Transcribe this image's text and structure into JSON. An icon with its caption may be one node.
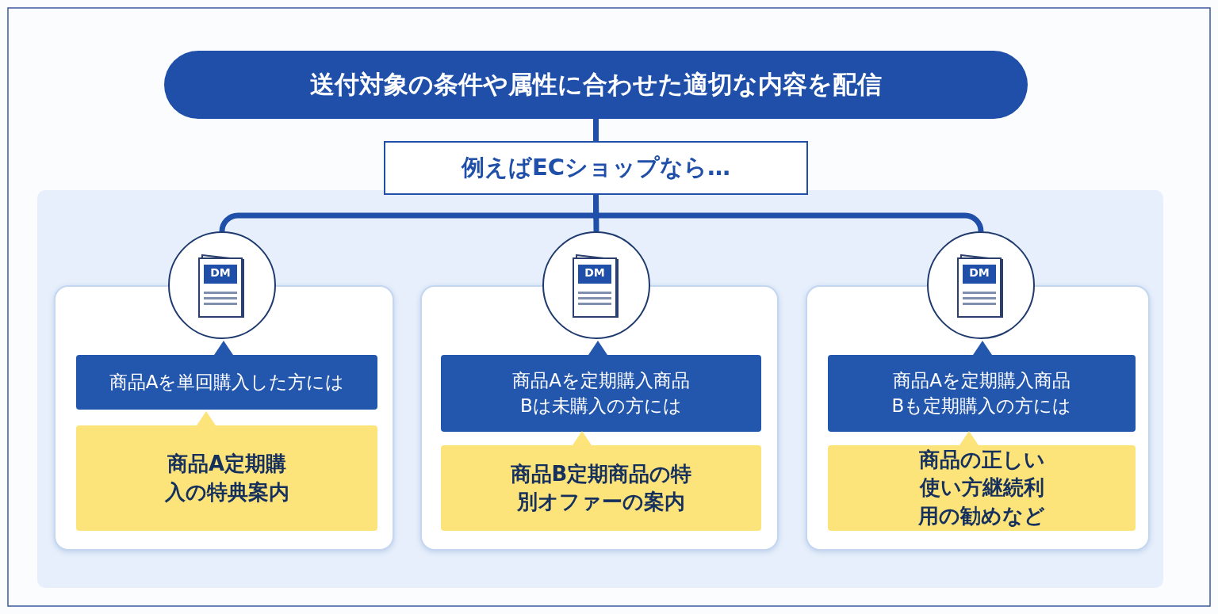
{
  "diagram": {
    "nodes": [
      {
        "text": [
          "送付対象の条件や属性に合わせた適切な内容を配信"
        ]
      },
      {
        "text": [
          "例えばECショップなら…"
        ]
      },
      {
        "text": [],
        "shape": "box"
      },
      {
        "text": [
          "DM"
        ]
      },
      {
        "text": [
          "商品Aを単回購入した方には"
        ],
        "in": 2
      },
      {
        "text": [
          "商品A定期購入の特典案内"
        ],
        "in": 2
      },
      {
        "text": [],
        "shape": "box"
      },
      {
        "text": [
          "DM"
        ]
      },
      {
        "text": [
          "商品Aを定期購入商品Bは未購入の方には"
        ],
        "in": 6
      },
      {
        "text": [
          "商品B定期商品の特別オファーの案内"
        ],
        "in": 6
      },
      {
        "text": [],
        "shape": "box"
      },
      {
        "text": [
          "DM"
        ]
      },
      {
        "text": [
          "商品Aを定期購入商品Bも定期購入の方には"
        ],
        "in": 10
      },
      {
        "text": [
          "商品の正しい使い方継続利用の勧めなど"
        ],
        "in": 10
      }
    ],
    "edges": [
      {
        "from": 0,
        "to": 1,
        "arrow": "none"
      },
      {
        "from": 1,
        "to": 3,
        "arrow": "none"
      },
      {
        "from": 1,
        "to": 7,
        "arrow": "none"
      },
      {
        "from": 1,
        "to": 11,
        "arrow": "none"
      }
    ]
  }
}
